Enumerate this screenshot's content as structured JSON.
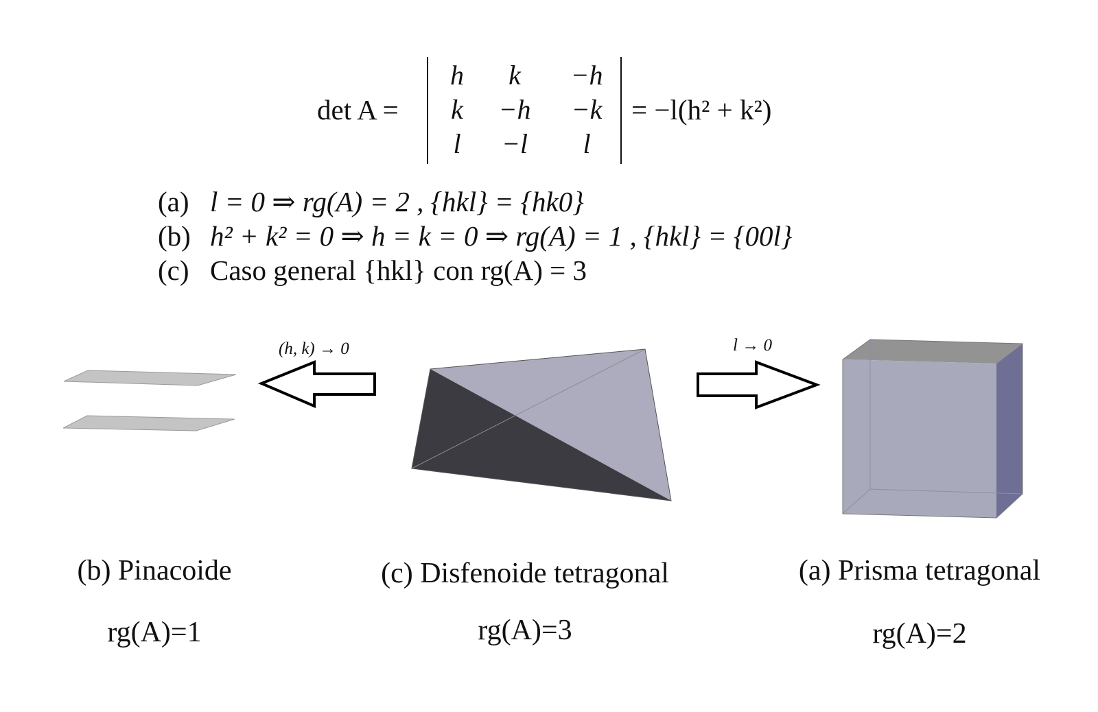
{
  "determinant": {
    "lhs": "det A =",
    "rows": [
      [
        "h",
        "k",
        "−h"
      ],
      [
        "k",
        "−h",
        "−k"
      ],
      [
        "l",
        "−l",
        "l"
      ]
    ],
    "rhs": "= −l(h² + k²)"
  },
  "cases": [
    {
      "label": "(a)",
      "text": "l = 0  ⇒  rg(A) = 2 ,  {hkl} = {hk0}"
    },
    {
      "label": "(b)",
      "text": "h² + k² = 0  ⇒  h = k = 0  ⇒  rg(A) = 1 ,  {hkl} = {00l}"
    },
    {
      "label": "(c)",
      "text": "Caso general {hkl} con rg(A) = 3"
    }
  ],
  "arrows": {
    "left_label": "(h, k) → 0",
    "right_label": "l → 0"
  },
  "forms": [
    {
      "caption": "(b) Pinacoide",
      "rank": "rg(A)=1"
    },
    {
      "caption": "(c)  Disfenoide tetragonal",
      "rank": "rg(A)=3"
    },
    {
      "caption": "(a) Prisma tetragonal",
      "rank": "rg(A)=2"
    }
  ],
  "colors": {
    "plane_fill": "#c4c4c4",
    "tetra_light": "#acacbe",
    "tetra_dark": "#3c3b42",
    "prism_front": "#a9a9bc",
    "prism_top": "#939393",
    "prism_side": "#6f6e95"
  }
}
